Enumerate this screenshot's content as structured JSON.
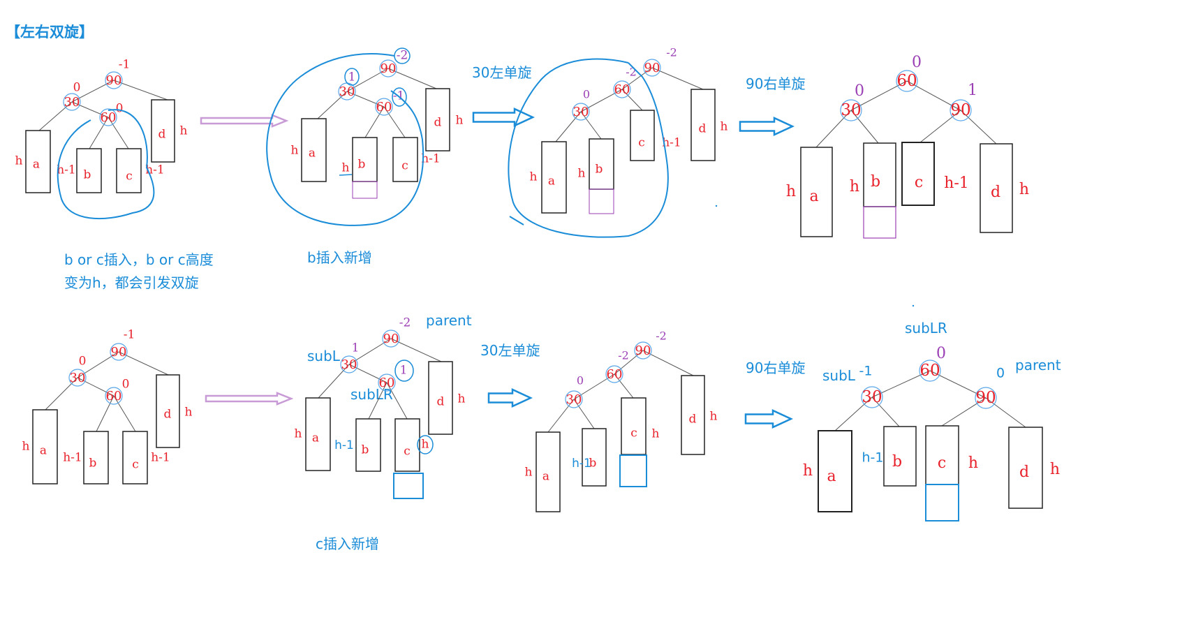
{
  "title": "【左右双旋】",
  "notes": {
    "row1_note_line1": "b or  c插入，b or c高度",
    "row1_note_line2": "变为h，都会引发双旋",
    "row1_b_insert": "b插入新增",
    "row2_c_insert": "c插入新增"
  },
  "step_labels": {
    "r1_left_rotate": "30左单旋",
    "r1_right_rotate": "90右单旋",
    "r2_left_rotate": "30左单旋",
    "r2_right_rotate": "90右单旋"
  },
  "pointer_labels": {
    "parent": "parent",
    "subL": "subL",
    "subLR": "subLR",
    "subLR_top": "subLR",
    "subL_final": "subL",
    "parent_final": "parent"
  },
  "node_keys": {
    "n30": "30",
    "n60": "60",
    "n90": "90"
  },
  "subtree_names": {
    "a": "a",
    "b": "b",
    "c": "c",
    "d": "d"
  },
  "heights": {
    "h": "h",
    "h_minus_1": "h-1"
  },
  "balance_factors": {
    "r1s1_90": "-1",
    "r1s1_30": "0",
    "r1s1_60": "0",
    "r1s2_90": "-2",
    "r1s2_30": "1",
    "r1s2_60": "-1",
    "r1s3_90": "-2",
    "r1s3_60": "-2",
    "r1s3_30": "0",
    "r1s4_60": "0",
    "r1s4_30": "0",
    "r1s4_90": "1",
    "r2s1_90": "-1",
    "r2s1_30": "0",
    "r2s1_60": "0",
    "r2s2_90": "-2",
    "r2s2_30": "1",
    "r2s2_60": "1",
    "r2s3_90": "-2",
    "r2s3_60": "-2",
    "r2s3_30": "0",
    "r2s4_60": "0",
    "r2s4_30": "-1",
    "r2s4_90": "0"
  },
  "colors": {
    "red": "#e8202a",
    "blue": "#1a8cd8",
    "purple": "#9b3fb5",
    "arrow_pink": "#c89ad6",
    "dark": "#222222",
    "node_ring": "#5aa6e8"
  }
}
